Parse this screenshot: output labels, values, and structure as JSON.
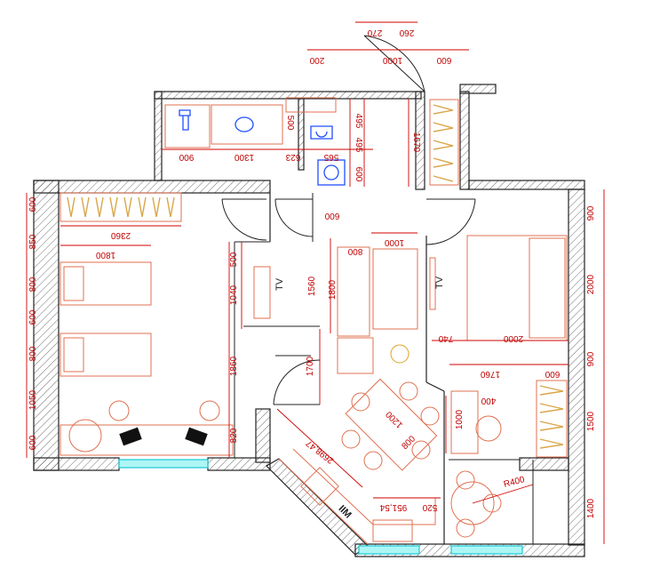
{
  "dimensions": {
    "top_200": "200",
    "top_270": "270",
    "top_260": "260",
    "top_1000": "1000",
    "top_600": "600",
    "bath_900": "900",
    "bath_1300": "1300",
    "bath_500": "500",
    "bath_495a": "495",
    "bath_495b": "495",
    "bath_623": "623",
    "bath_565": "565",
    "bath_600": "600",
    "hall_1670": "1670",
    "hall_600": "600",
    "left_600a": "600",
    "left_850": "850",
    "left_800a": "800",
    "left_600b": "600",
    "left_800b": "800",
    "left_1050": "1050",
    "left_600c": "600",
    "bed_2360": "2360",
    "bed_1800": "1800",
    "mid_500": "500",
    "mid_1040": "1040",
    "mid_1560": "1560",
    "mid_1860": "1860",
    "mid_820": "820",
    "mid_1700": "1700",
    "liv_800": "800",
    "liv_1000": "1000",
    "liv_1800": "1800",
    "diag_2698": "2698,47",
    "table_1200": "1200",
    "table_800": "800",
    "kit_951": "951,54",
    "kit_520": "520",
    "right_900a": "900",
    "right_2000v": "2000",
    "right_900b": "900",
    "right_1500": "1500",
    "right_1400": "1400",
    "rb_740": "740",
    "rb_2000": "2000",
    "rb_1760": "1760",
    "rb_600": "600",
    "rb_400": "400",
    "rb_1000": "1000",
    "radius": "R400"
  },
  "labels": {
    "tv1": "TV",
    "tv2": "TV",
    "fridge": "IIM"
  }
}
